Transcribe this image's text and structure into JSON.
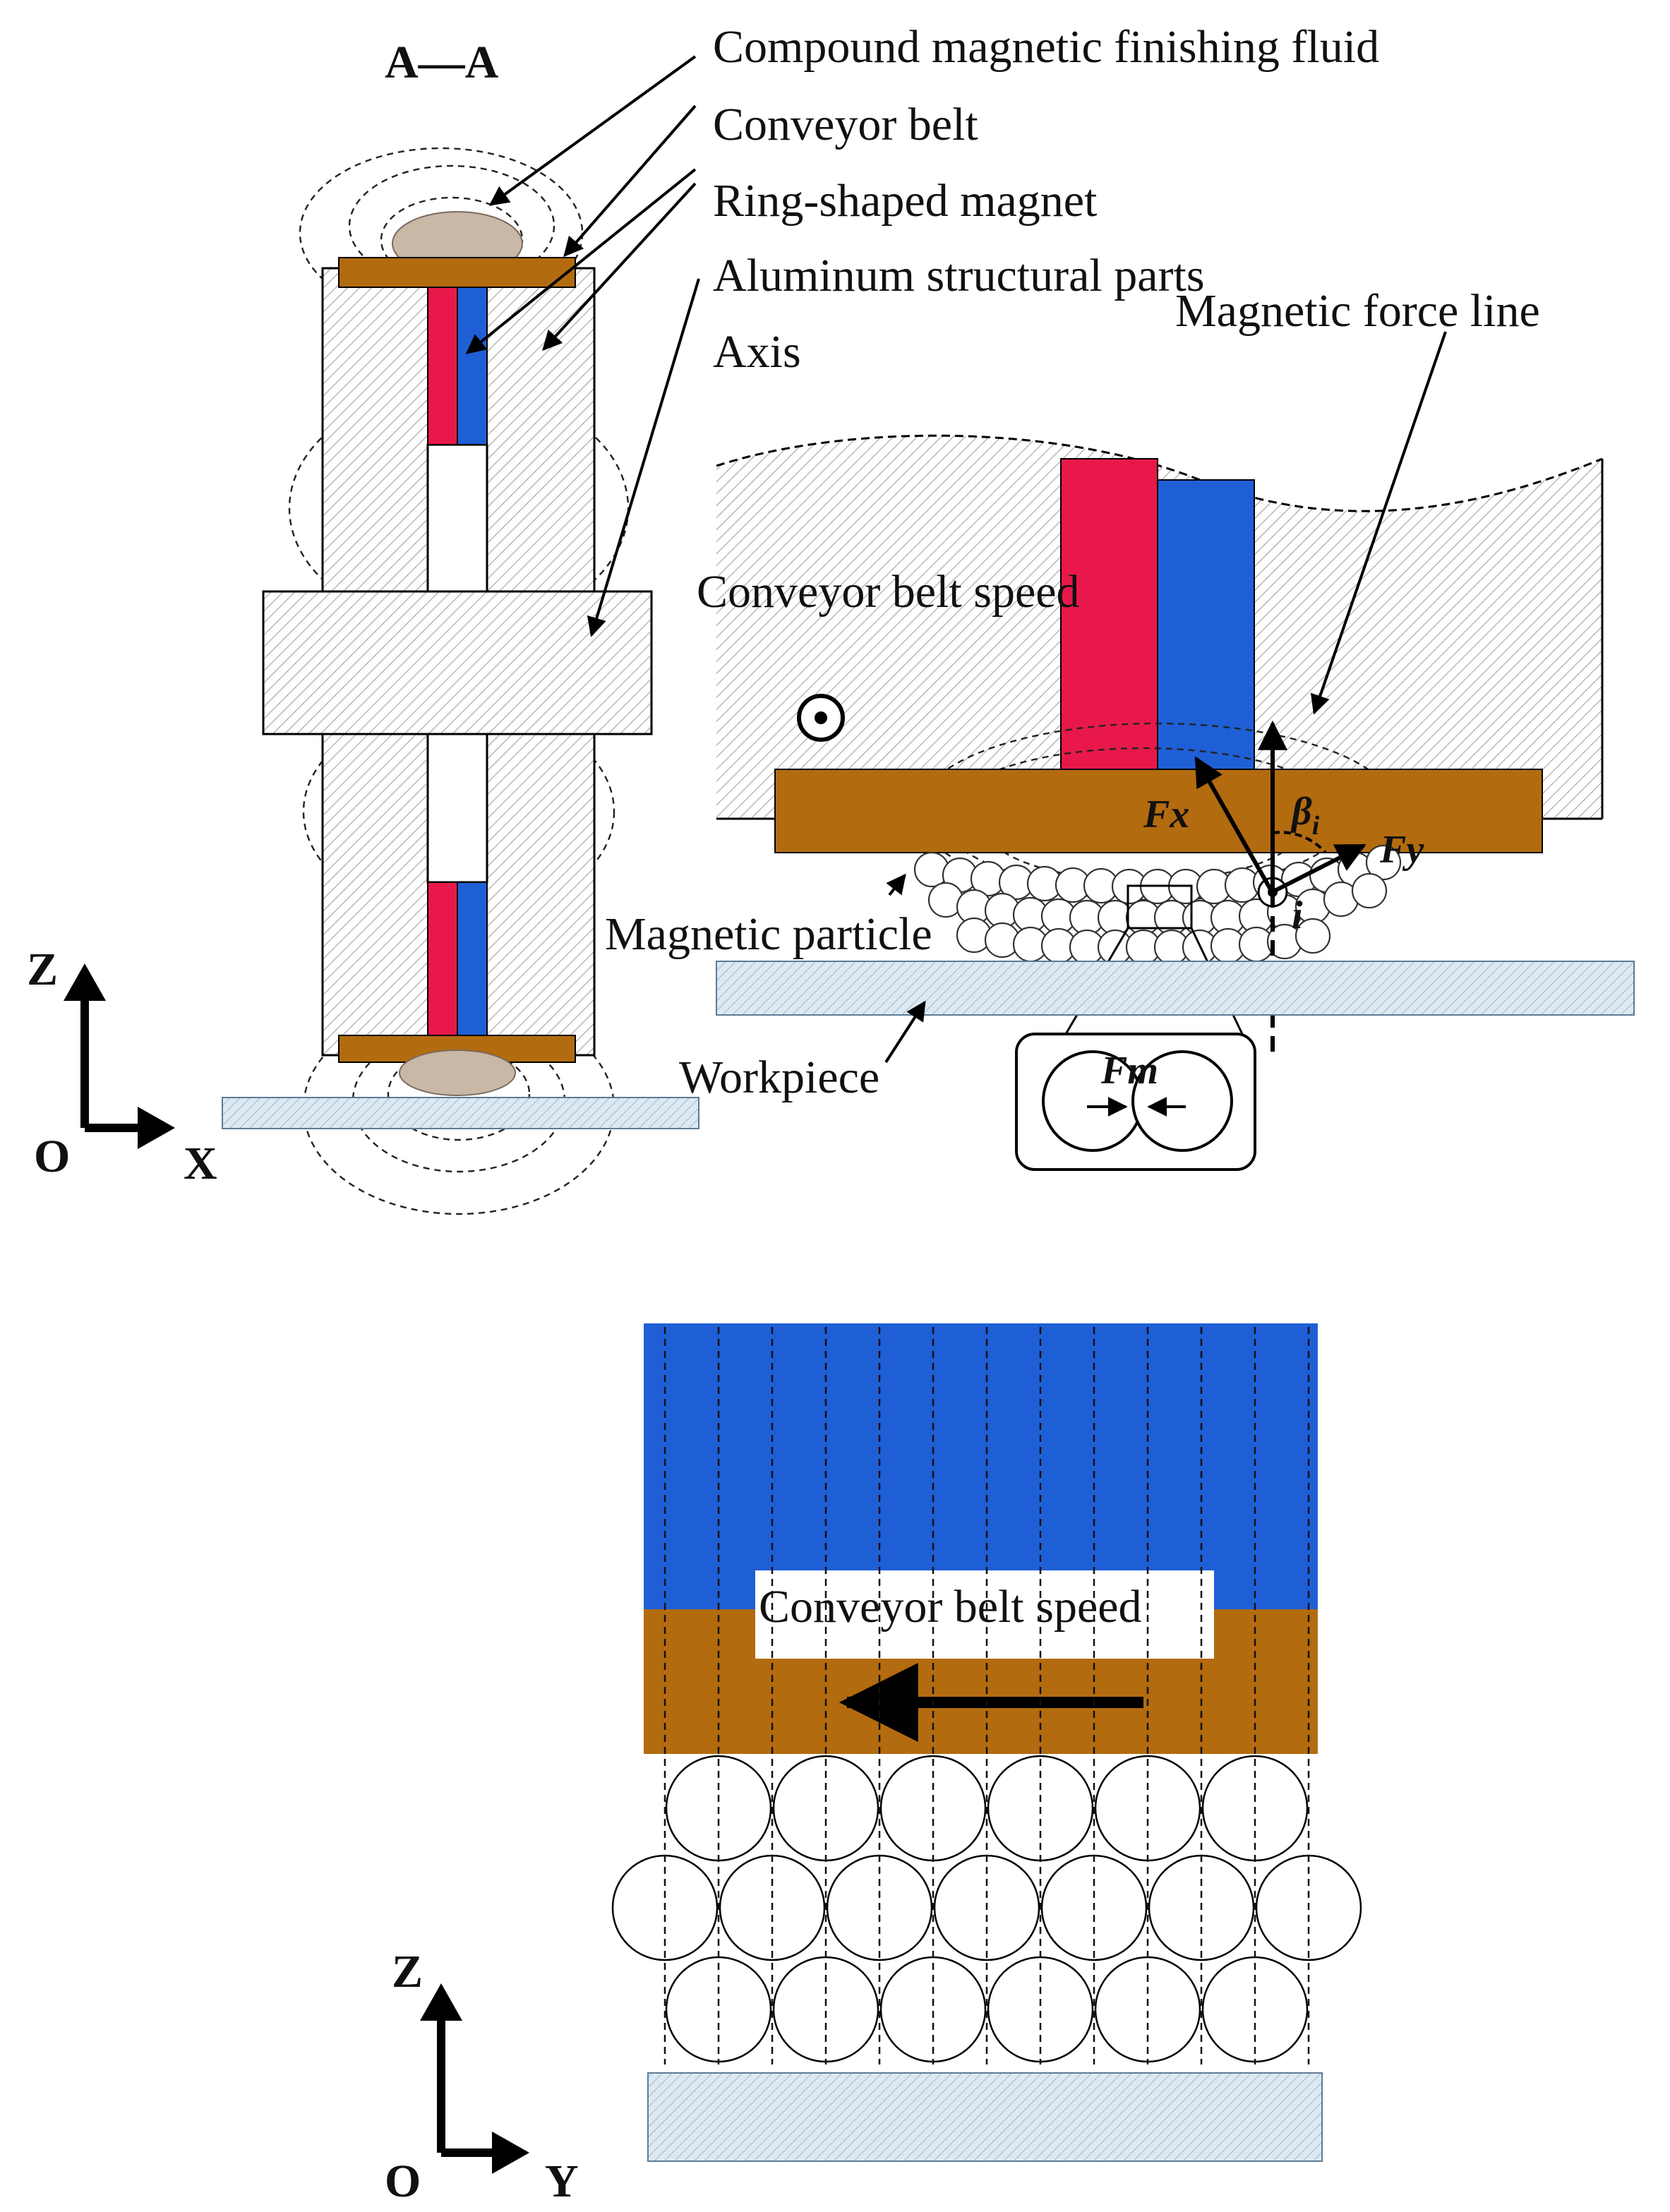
{
  "title": "A—A",
  "callouts": {
    "fluid": "Compound magnetic finishing fluid",
    "belt": "Conveyor belt",
    "magnet": "Ring-shaped magnet",
    "aluminum": "Aluminum structural parts",
    "axis": "Axis",
    "force_line": "Magnetic force line",
    "belt_speed_side": "Conveyor belt speed",
    "particle": "Magnetic particle",
    "workpiece": "Workpiece",
    "belt_speed_front": "Conveyor belt speed"
  },
  "forces": {
    "fx": "Fx",
    "fy": "Fy",
    "fm": "Fm",
    "beta": "β",
    "beta_sub": "i",
    "point": "i"
  },
  "axes_left": {
    "vertical": "Z",
    "horizontal": "X",
    "origin": "O"
  },
  "axes_bottom": {
    "vertical": "Z",
    "horizontal": "Y",
    "origin": "O"
  },
  "colors": {
    "magnet_red": "#E8194A",
    "magnet_blue": "#1F5FD6",
    "belt_brown": "#B36B0F",
    "fluid_tan": "#C9B8A6",
    "workpiece_blue": "#DDEAF3",
    "hatch_gray": "#9A9A9A"
  }
}
